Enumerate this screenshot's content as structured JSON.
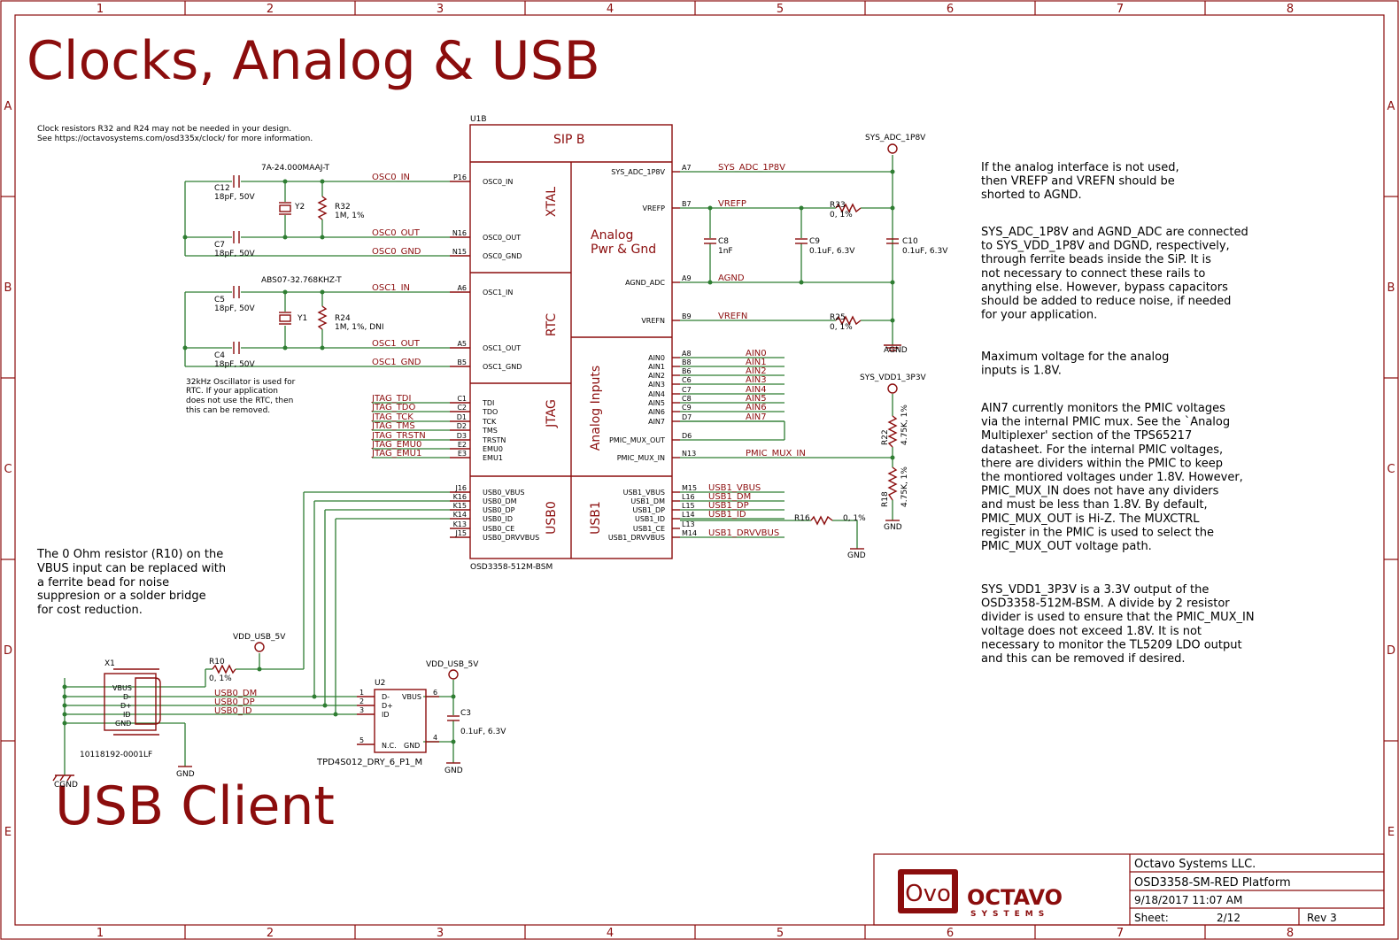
{
  "frame": {
    "columns": [
      "1",
      "2",
      "3",
      "4",
      "5",
      "6",
      "7",
      "8"
    ],
    "rows": [
      "A",
      "B",
      "C",
      "D",
      "E"
    ]
  },
  "titles": {
    "main": "Clocks, Analog & USB",
    "usb_client": "USB Client"
  },
  "notes": {
    "clock_line1": "Clock resistors R32 and R24 may not be needed in your design.",
    "clock_line2": "See https://octavosystems.com/osd335x/clock/ for more information.",
    "rtc": [
      "32kHz Oscillator is used for",
      "RTC.  If your application",
      "does not use the RTC, then",
      "this can be removed."
    ],
    "r10": [
      "The 0 Ohm resistor (R10) on the",
      "VBUS input can be replaced with",
      "a ferrite bead for noise",
      "suppresion or a solder bridge",
      "for cost reduction."
    ],
    "right1": [
      "If the analog interface is not used,",
      "then VREFP and VREFN should be",
      "shorted to AGND."
    ],
    "right2": [
      "SYS_ADC_1P8V and AGND_ADC are connected",
      "to SYS_VDD_1P8V and DGND, respectively,",
      "through ferrite beads inside the SiP.  It is",
      "not necessary to connect these rails to",
      "anything else.  However, bypass capacitors",
      "should be added to reduce noise, if needed",
      "for your application."
    ],
    "right3": [
      "Maximum voltage for the analog",
      "inputs is 1.8V."
    ],
    "right4": [
      "AIN7 currently monitors the PMIC voltages",
      "via the internal PMIC mux.  See the `Analog",
      "Multiplexer' section of the TPS65217",
      "datasheet.  For the internal PMIC voltages,",
      "there are dividers within the PMIC to keep",
      "the montiored voltages under 1.8V.  However,",
      "PMIC_MUX_IN does not have any dividers",
      "and must be less than 1.8V.  By default,",
      "PMIC_MUX_OUT is Hi-Z.  The MUXCTRL",
      "register in the PMIC is used to select the",
      "PMIC_MUX_OUT voltage path."
    ],
    "right5": [
      "SYS_VDD1_3P3V is a 3.3V output of the",
      "OSD3358-512M-BSM.  A divide by 2 resistor",
      "divider is used to ensure that the PMIC_MUX_IN",
      "voltage does not exceed 1.8V.  It is not",
      "necessary to monitor the TL5209 LDO output",
      "and this can be removed if desired."
    ]
  },
  "u1b": {
    "ref": "U1B",
    "title": "SIP B",
    "value": "OSD3358-512M-BSM",
    "blocks": [
      "XTAL",
      "RTC",
      "JTAG",
      "USB0",
      "Analog",
      "Pwr & Gnd",
      "Analog Inputs",
      "USB1"
    ]
  },
  "left_pins": [
    {
      "num": "P16",
      "name": "OSC0_IN",
      "net": "OSC0_IN"
    },
    {
      "num": "N16",
      "name": "OSC0_OUT",
      "net": "OSC0_OUT"
    },
    {
      "num": "N15",
      "name": "OSC0_GND",
      "net": "OSC0_GND"
    },
    {
      "num": "A6",
      "name": "OSC1_IN",
      "net": "OSC1_IN"
    },
    {
      "num": "A5",
      "name": "OSC1_OUT",
      "net": "OSC1_OUT"
    },
    {
      "num": "B5",
      "name": "OSC1_GND",
      "net": "OSC1_GND"
    },
    {
      "num": "C1",
      "name": "TDI",
      "net": "JTAG_TDI"
    },
    {
      "num": "C2",
      "name": "TDO",
      "net": "JTAG_TDO"
    },
    {
      "num": "D1",
      "name": "TCK",
      "net": "JTAG_TCK"
    },
    {
      "num": "D2",
      "name": "TMS",
      "net": "JTAG_TMS"
    },
    {
      "num": "D3",
      "name": "TRSTN",
      "net": "JTAG_TRSTN"
    },
    {
      "num": "E2",
      "name": "EMU0",
      "net": "JTAG_EMU0"
    },
    {
      "num": "E3",
      "name": "EMU1",
      "net": "JTAG_EMU1"
    },
    {
      "num": "J16",
      "name": "USB0_VBUS",
      "net": ""
    },
    {
      "num": "K16",
      "name": "USB0_DM",
      "net": ""
    },
    {
      "num": "K15",
      "name": "USB0_DP",
      "net": ""
    },
    {
      "num": "K14",
      "name": "USB0_ID",
      "net": ""
    },
    {
      "num": "K13",
      "name": "USB0_CE",
      "net": ""
    },
    {
      "num": "J15",
      "name": "USB0_DRVVBUS",
      "net": ""
    }
  ],
  "right_pins": [
    {
      "num": "A7",
      "name": "SYS_ADC_1P8V",
      "net": "SYS_ADC_1P8V"
    },
    {
      "num": "B7",
      "name": "VREFP",
      "net": "VREFP"
    },
    {
      "num": "A9",
      "name": "AGND_ADC",
      "net": "AGND"
    },
    {
      "num": "B9",
      "name": "VREFN",
      "net": "VREFN"
    },
    {
      "num": "A8",
      "name": "AIN0",
      "net": "AIN0"
    },
    {
      "num": "B8",
      "name": "AIN1",
      "net": "AIN1"
    },
    {
      "num": "B6",
      "name": "AIN2",
      "net": "AIN2"
    },
    {
      "num": "C6",
      "name": "AIN3",
      "net": "AIN3"
    },
    {
      "num": "C7",
      "name": "AIN4",
      "net": "AIN4"
    },
    {
      "num": "C8",
      "name": "AIN5",
      "net": "AIN5"
    },
    {
      "num": "C9",
      "name": "AIN6",
      "net": "AIN6"
    },
    {
      "num": "D7",
      "name": "AIN7",
      "net": "AIN7"
    },
    {
      "num": "D6",
      "name": "PMIC_MUX_OUT",
      "net": ""
    },
    {
      "num": "N13",
      "name": "PMIC_MUX_IN",
      "net": "PMIC_MUX_IN"
    },
    {
      "num": "M15",
      "name": "USB1_VBUS",
      "net": "USB1_VBUS"
    },
    {
      "num": "L16",
      "name": "USB1_DM",
      "net": "USB1_DM"
    },
    {
      "num": "L15",
      "name": "USB1_DP",
      "net": "USB1_DP"
    },
    {
      "num": "L14",
      "name": "USB1_ID",
      "net": "USB1_ID"
    },
    {
      "num": "L13",
      "name": "USB1_CE",
      "net": ""
    },
    {
      "num": "M14",
      "name": "USB1_DRVVBUS",
      "net": "USB1_DRVVBUS"
    }
  ],
  "parts": {
    "y2": {
      "ref": "Y2",
      "value": "7A-24.000MAAJ-T"
    },
    "y1": {
      "ref": "Y1",
      "value": "ABS07-32.768KHZ-T"
    },
    "c12": {
      "ref": "C12",
      "value": "18pF, 50V"
    },
    "c7": {
      "ref": "C7",
      "value": "18pF, 50V"
    },
    "c5": {
      "ref": "C5",
      "value": "18pF, 50V"
    },
    "c4": {
      "ref": "C4",
      "value": "18pF, 50V"
    },
    "r32": {
      "ref": "R32",
      "value": "1M, 1%"
    },
    "r24": {
      "ref": "R24",
      "value": "1M, 1%, DNI"
    },
    "r33": {
      "ref": "R33",
      "value": "0, 1%"
    },
    "r25": {
      "ref": "R25",
      "value": "0, 1%"
    },
    "c8": {
      "ref": "C8",
      "value": "1nF"
    },
    "c9": {
      "ref": "C9",
      "value": "0.1uF, 6.3V"
    },
    "c10": {
      "ref": "C10",
      "value": "0.1uF, 6.3V"
    },
    "r22": {
      "ref": "R22",
      "value": "4.75K, 1%"
    },
    "r18": {
      "ref": "R18",
      "value": "4.75K, 1%"
    },
    "r16": {
      "ref": "R16",
      "value": "0, 1%"
    },
    "r10": {
      "ref": "R10",
      "value": "0, 1%"
    },
    "x1": {
      "ref": "X1",
      "value": "10118192-0001LF",
      "pins": [
        "VBUS",
        "D-",
        "D+",
        "ID",
        "GND"
      ]
    },
    "u2": {
      "ref": "U2",
      "value": "TPD4S012_DRY_6_P1_M",
      "pins_left": [
        "D-",
        "D+",
        "ID",
        "N.C."
      ],
      "pins_right": [
        "VBUS",
        "GND"
      ],
      "nums": [
        "1",
        "2",
        "3",
        "5",
        "6",
        "4"
      ]
    },
    "c3": {
      "ref": "C3",
      "value": "0.1uF, 6.3V"
    }
  },
  "power": {
    "sys_adc": "SYS_ADC_1P8V",
    "sys_vdd1": "SYS_VDD1_3P3V",
    "vdd_usb_a": "VDD_USB_5V",
    "vdd_usb_b": "VDD_USB_5V",
    "agnd": "AGND",
    "gnd_divider": "GND",
    "gnd_r16": "GND",
    "gnd_x1": "GND",
    "gnd_c3": "GND",
    "cgnd": "CGND"
  },
  "usb0_nets": [
    "USB0_DM",
    "USB0_DP",
    "USB0_ID"
  ],
  "title_block": {
    "company": "Octavo Systems LLC.",
    "project": "OSD3358-SM-RED Platform",
    "date": "9/18/2017 11:07 AM",
    "sheet_label": "Sheet:",
    "sheet_value": "2/12",
    "rev": "Rev 3",
    "logo_mark": "Ovo",
    "logo_word": "OCTAVO",
    "logo_sub": "SYSTEMS"
  }
}
